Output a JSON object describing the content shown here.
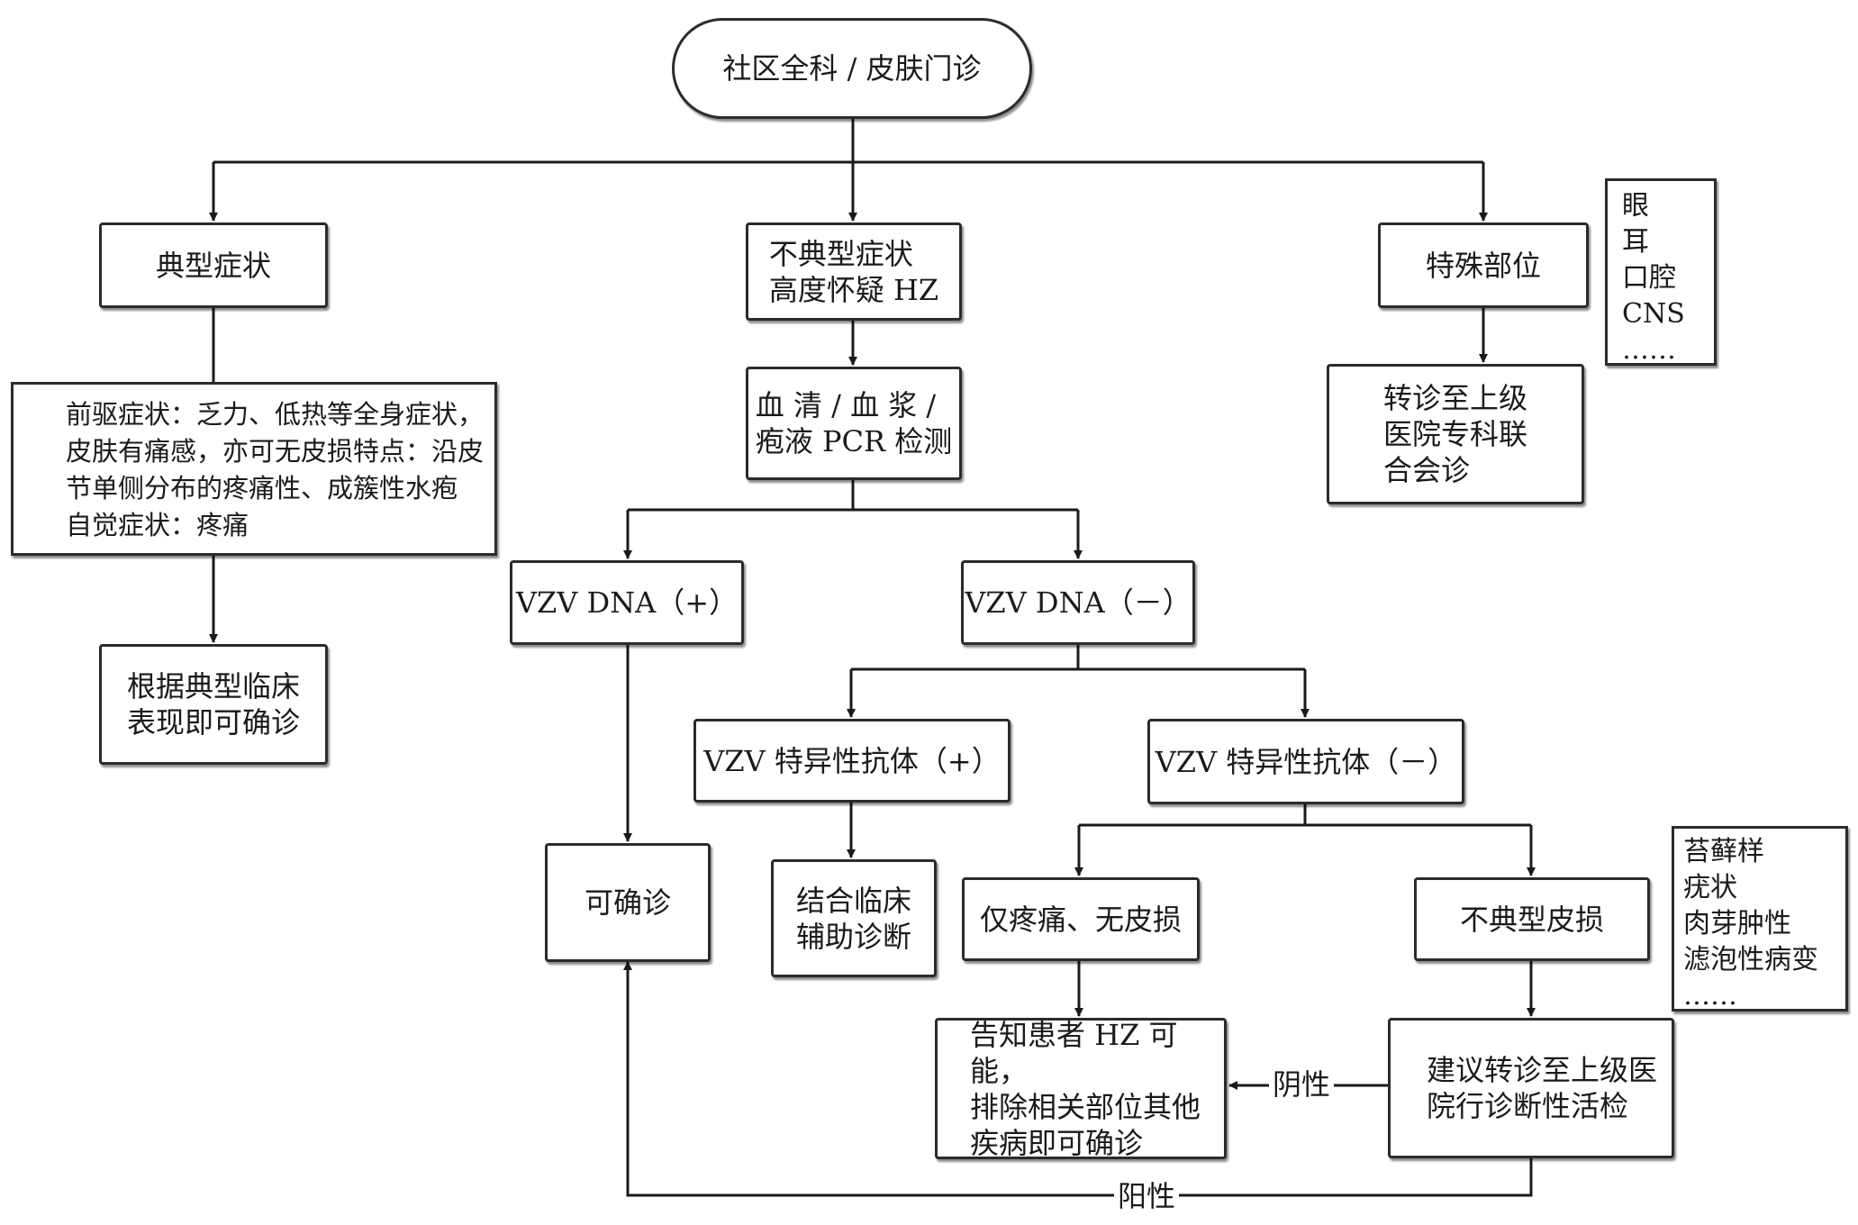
{
  "nodes": {
    "start": "社区全科 / 皮肤门诊",
    "typical": "典型症状",
    "atypical": "不典型症状\n高度怀疑 HZ",
    "special": "特殊部位",
    "special_list": "眼\n耳\n口腔\nCNS\n……",
    "prodrome": "前驱症状：乏力、低热等全身症状，\n皮肤有痛感，亦可无皮损特点：沿皮\n节单侧分布的疼痛性、成簇性水疱\n自觉症状：疼痛",
    "clinical_dx": "根据典型临床\n表现即可确诊",
    "pcr": "血 清 / 血 浆 /\n疱液 PCR 检测",
    "refer_top": "转诊至上级\n医院专科联\n合会诊",
    "dna_pos": "VZV DNA（+）",
    "dna_neg": "VZV DNA（－）",
    "ab_pos": "VZV 特异性抗体（+）",
    "ab_neg": "VZV 特异性抗体（－）",
    "confirm": "可确诊",
    "combine": "结合临床\n辅助诊断",
    "pain_only": "仅疼痛、无皮损",
    "atypical_lesion": "不典型皮损",
    "lesion_list": "苔藓样\n疣状\n肉芽肿性\n滤泡性病变\n……",
    "inform": "告知患者 HZ 可能，\n排除相关部位其他\n疾病即可确诊",
    "biopsy": "建议转诊至上级医\n院行诊断性活检"
  },
  "edge_labels": {
    "negative": "阴性",
    "positive": "阳性"
  }
}
